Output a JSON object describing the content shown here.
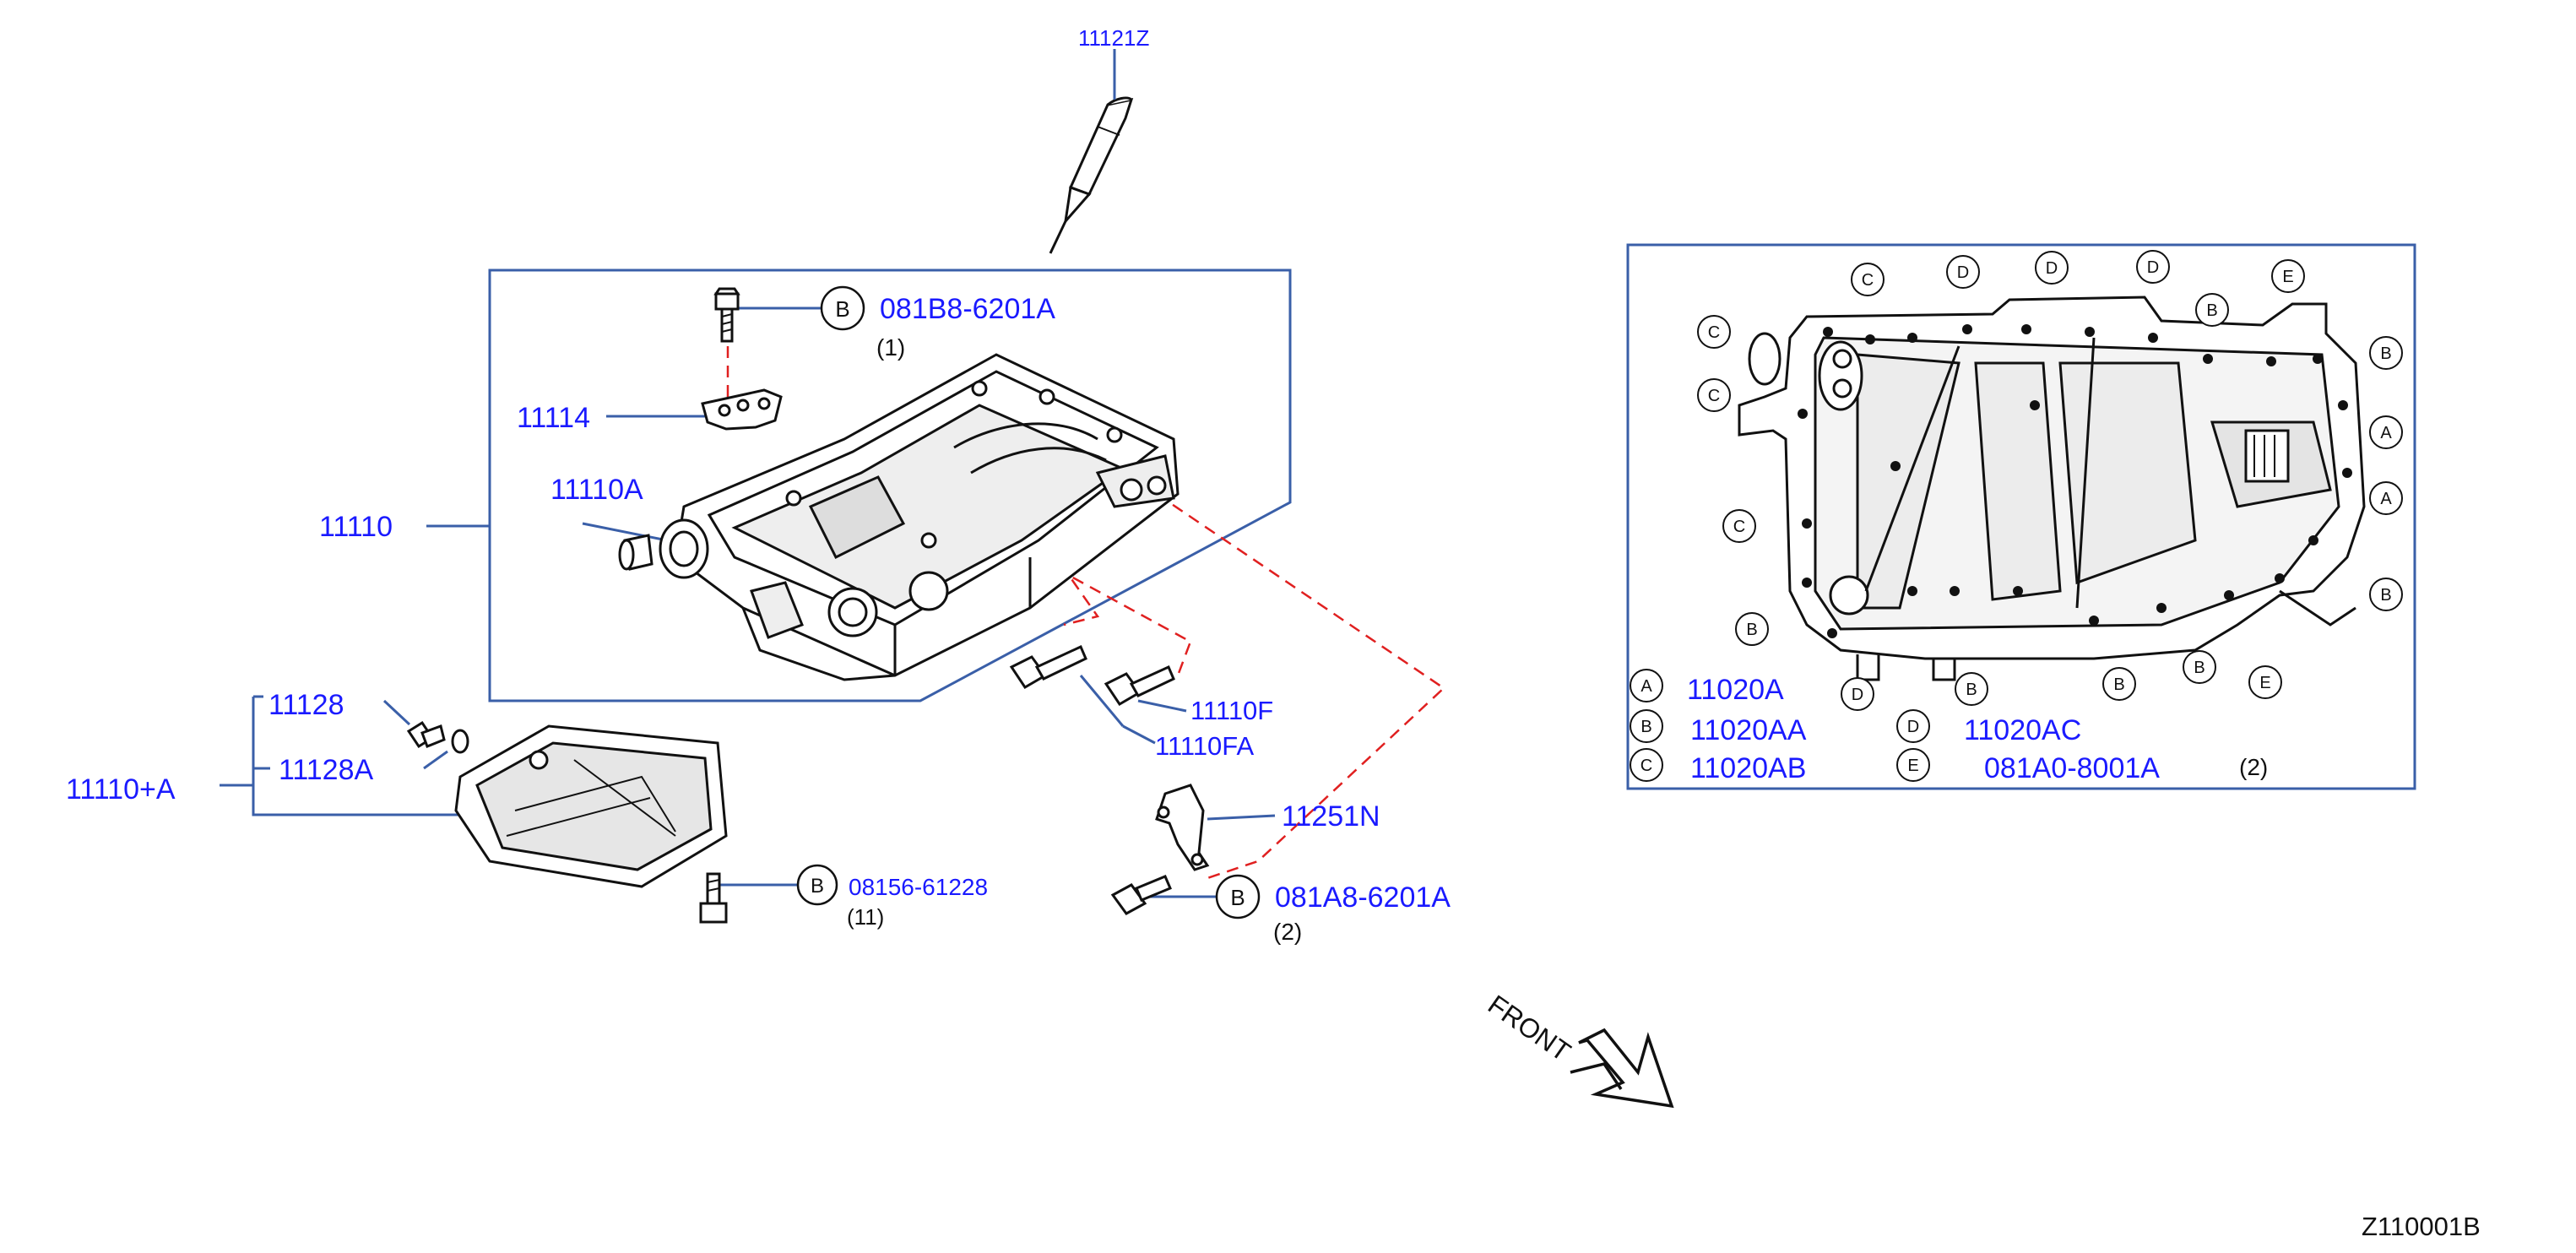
{
  "colors": {
    "label": "#1a1aff",
    "leader": "#3a5fa8",
    "dashed": "#e02020",
    "line": "#111111",
    "background": "#ffffff"
  },
  "callouts": {
    "p11121Z": "11121Z",
    "p081B8": "081B8-6201A",
    "q081B8": "(1)",
    "p11114": "11114",
    "p11110A": "11110A",
    "p11110": "11110",
    "p11128": "11128",
    "p11128A": "11128A",
    "p11110pA": "11110+A",
    "p11110F": "11110F",
    "p11110FA": "11110FA",
    "p11251N": "11251N",
    "p081A8": "081A8-6201A",
    "q081A8": "(2)",
    "p08156": "08156-61228",
    "q08156": "(11)",
    "front": "FRONT",
    "diagram_id": "Z110001B"
  },
  "markers": {
    "B": "B",
    "A": "A",
    "C": "C",
    "D": "D",
    "E": "E"
  },
  "legend": {
    "A": "11020A",
    "B": "11020AA",
    "C": "11020AB",
    "D": "11020AC",
    "E": "081A0-8001A",
    "E_qty": "(2)"
  }
}
